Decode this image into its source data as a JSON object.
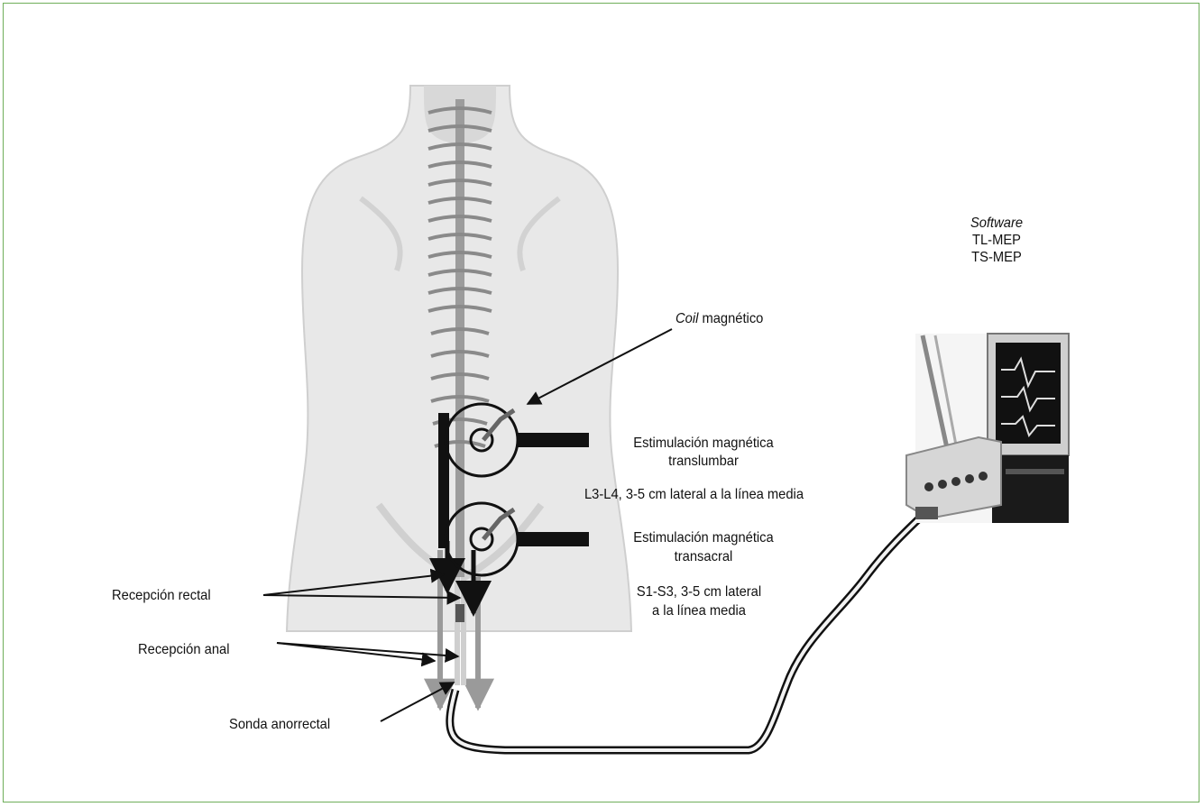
{
  "labels": {
    "software": "Software",
    "tl_mep": "TL-MEP",
    "ts_mep": "TS-MEP",
    "coil_italic": "Coil",
    "coil_rest": " magnético",
    "translumbar_1": "Estimulación magnética",
    "translumbar_2": "translumbar",
    "translumbar_site": "L3-L4, 3-5 cm lateral a la línea media",
    "transacral_1": "Estimulación magnética",
    "transacral_2": "transacral",
    "transacral_site_1": "S1-S3, 3-5 cm lateral",
    "transacral_site_2": "a la línea media",
    "rectal": "Recepción rectal",
    "anal": "Recepción anal",
    "probe": "Sonda anorrectal"
  },
  "colors": {
    "border": "#6fae5a",
    "skin": "#e6e6e6",
    "spine": "#8a8a8a",
    "cable": "#111111",
    "lines": "#111111"
  },
  "icons": [
    "back-torso-illustration",
    "magnetic-coil-icon",
    "emg-monitor-device"
  ]
}
